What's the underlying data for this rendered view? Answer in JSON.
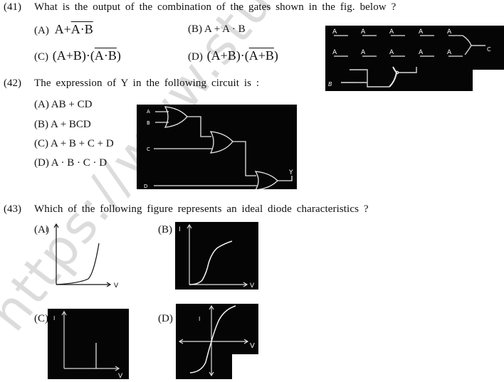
{
  "questions": [
    {
      "number": "(41)",
      "text": "What is the output of the combination of the gates shown in the fig. below ?",
      "options": [
        {
          "label": "(A)",
          "expr_parts": [
            "A+",
            "A·B"
          ],
          "overline_part": 1
        },
        {
          "label": "(B)",
          "expr": "A + A · B"
        },
        {
          "label": "(C)",
          "expr_parts": [
            "(A+B)·(",
            "A·B",
            ")"
          ],
          "overline_part": 1
        },
        {
          "label": "(D)",
          "expr_parts": [
            "(A+B)·(",
            "A+B",
            ")"
          ],
          "overline_part": 1
        }
      ],
      "figure": {
        "type": "logic-gate-circuit",
        "inputs_row1": [
          "A",
          "A",
          "A",
          "A",
          "A"
        ],
        "inputs_row2": [
          "A",
          "A",
          "A",
          "A",
          "A"
        ],
        "output_label": "C",
        "bottom_input": "B"
      }
    },
    {
      "number": "(42)",
      "text": "The expression of Y in the following circuit is :",
      "options": [
        {
          "label": "(A)",
          "expr": "AB + CD"
        },
        {
          "label": "(B)",
          "expr": "A + BCD"
        },
        {
          "label": "(C)",
          "expr": "A + B + C + D"
        },
        {
          "label": "(D)",
          "expr": "A · B · C · D"
        }
      ],
      "figure": {
        "type": "or-gate-cascade",
        "inputs": [
          "A",
          "B",
          "C",
          "D"
        ],
        "output": "Y"
      }
    },
    {
      "number": "(43)",
      "text": "Which of the following figure represents an ideal diode characteristics ?",
      "options": [
        {
          "label": "(A)",
          "graph": "exponential-curve",
          "x_label": "V",
          "y_label": "I"
        },
        {
          "label": "(B)",
          "graph": "s-curve-first-quadrant",
          "x_label": "V",
          "y_label": "I"
        },
        {
          "label": "(C)",
          "graph": "vertical-step",
          "x_label": "V",
          "y_label": "I"
        },
        {
          "label": "(D)",
          "graph": "s-curve-through-origin",
          "x_label": "V",
          "y_label": "I"
        }
      ]
    }
  ],
  "watermark": "https://www.stud",
  "colors": {
    "figure_bg": "#050505",
    "figure_line": "#e8e8e8",
    "watermark": "#d9d9d9",
    "text": "#111111"
  }
}
